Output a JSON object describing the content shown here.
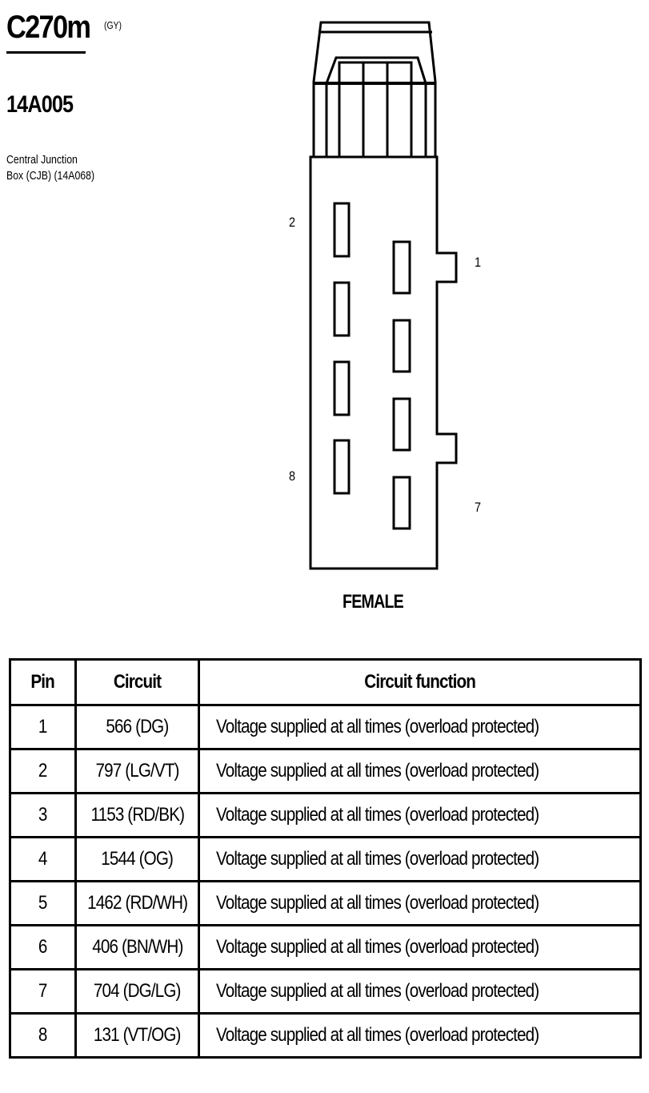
{
  "header": {
    "connector_id": "C270m",
    "color_code": "(GY)",
    "part_number": "14A005",
    "description_line1": "Central Junction",
    "description_line2": "Box (CJB) (14A068)"
  },
  "connector": {
    "gender_label": "FEMALE",
    "pin_labels": {
      "top_left": "2",
      "bottom_left": "8",
      "top_right": "1",
      "bottom_right": "7"
    }
  },
  "table": {
    "headers": {
      "pin": "Pin",
      "circuit": "Circuit",
      "function": "Circuit function"
    },
    "rows": [
      {
        "pin": "1",
        "circuit": "566 (DG)",
        "function": "Voltage supplied at all times (overload protected)"
      },
      {
        "pin": "2",
        "circuit": "797 (LG/VT)",
        "function": "Voltage supplied at all times (overload protected)"
      },
      {
        "pin": "3",
        "circuit": "1153 (RD/BK)",
        "function": "Voltage supplied at all times (overload protected)"
      },
      {
        "pin": "4",
        "circuit": "1544 (OG)",
        "function": "Voltage supplied at all times (overload protected)"
      },
      {
        "pin": "5",
        "circuit": "1462 (RD/WH)",
        "function": "Voltage supplied at all times (overload protected)"
      },
      {
        "pin": "6",
        "circuit": "406 (BN/WH)",
        "function": "Voltage supplied at all times (overload protected)"
      },
      {
        "pin": "7",
        "circuit": "704 (DG/LG)",
        "function": "Voltage supplied at all times (overload protected)"
      },
      {
        "pin": "8",
        "circuit": "131 (VT/OG)",
        "function": "Voltage supplied at all times (overload protected)"
      }
    ]
  }
}
